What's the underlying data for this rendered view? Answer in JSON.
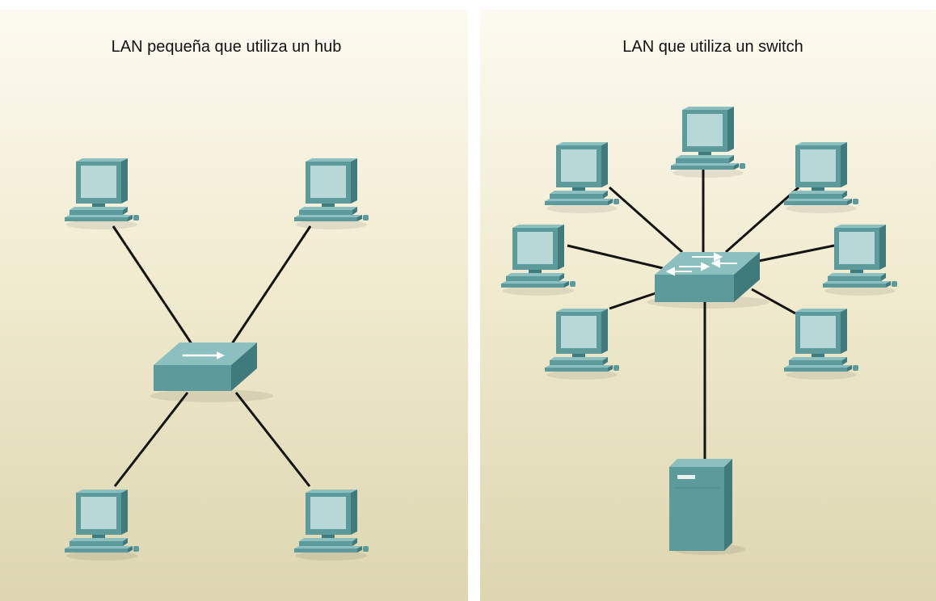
{
  "colors": {
    "panel_top": "#fdfaf1",
    "panel_bottom": "#ddd6b0",
    "device_face": "#5d9a9c",
    "device_side": "#3f7a7c",
    "device_top": "#8cc0c0",
    "screen": "#b8d8d8",
    "cable": "#141414"
  },
  "left_panel": {
    "title": "LAN pequeña que utiliza un hub",
    "central_device": "hub",
    "hosts": [
      "pc-top-left",
      "pc-top-right",
      "pc-bottom-left",
      "pc-bottom-right"
    ]
  },
  "right_panel": {
    "title": "LAN que utiliza un switch",
    "central_device": "switch",
    "hosts": [
      "pc-top-left",
      "pc-top-center",
      "pc-top-right",
      "pc-mid-left",
      "pc-mid-right",
      "pc-lower-left",
      "pc-lower-right"
    ],
    "server": "server"
  }
}
